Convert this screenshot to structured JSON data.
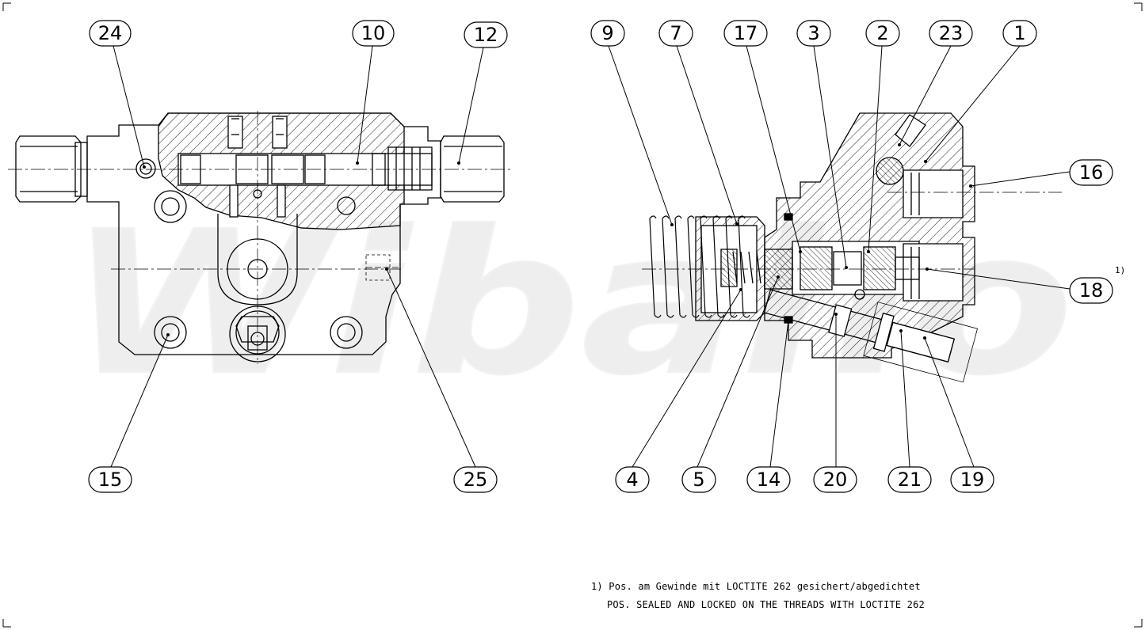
{
  "drawing": {
    "watermark": "Wibaho",
    "positions_left": [
      "24",
      "10",
      "12",
      "15",
      "25"
    ],
    "positions_right": [
      "9",
      "7",
      "17",
      "3",
      "2",
      "23",
      "1",
      "16",
      "18",
      "4",
      "5",
      "14",
      "20",
      "21",
      "19"
    ],
    "footnote_marker": "1)",
    "note_line_1": "1) Pos. am Gewinde mit LOCTITE 262 gesichert/abgedichtet",
    "note_line_2": "POS. SEALED AND LOCKED ON THE THREADS WITH LOCTITE 262"
  }
}
